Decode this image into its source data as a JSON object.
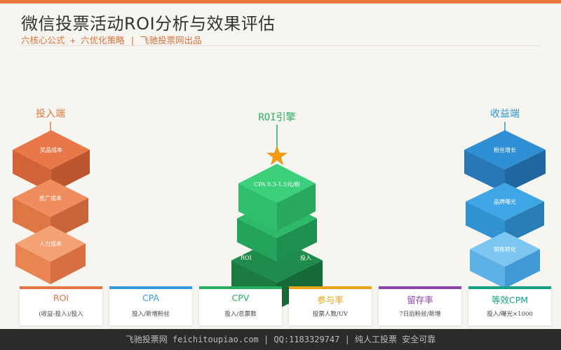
{
  "header": {
    "title": "微信投票活动ROI分析与效果评估",
    "subtitle": "六核心公式 + 六优化策略 | 飞驰投票网出品"
  },
  "input_side": {
    "label": "投入端",
    "color": "#e8783e",
    "blocks": [
      "奖品成本",
      "推广成本",
      "人力成本"
    ]
  },
  "engine": {
    "label": "ROI引擎",
    "color": "#27ae60",
    "top_block": "CPA 0.3-1.5元/粉",
    "lower_block_fragments": [
      "ROI",
      "投入"
    ]
  },
  "output_side": {
    "label": "收益端",
    "color": "#2f95d8",
    "blocks": [
      "粉丝增长",
      "品牌曝光",
      "销售转化"
    ]
  },
  "cards": [
    {
      "title": "ROI",
      "formula": "(收益-投入)/投入",
      "color": "#e07545"
    },
    {
      "title": "CPA",
      "formula": "投入/新增粉丝",
      "color": "#3498db"
    },
    {
      "title": "CPV",
      "formula": "投入/总票数",
      "color": "#27ae60"
    },
    {
      "title": "参与率",
      "formula": "投票人数/UV",
      "color": "#e8a317"
    },
    {
      "title": "留存率",
      "formula": "7日后粉丝/新增",
      "color": "#8e44ad"
    },
    {
      "title": "等效CPM",
      "formula": "投入/曝光×1000",
      "color": "#16a085"
    }
  ],
  "footer": {
    "text": "飞驰投票网 feichitoupiao.com | QQ:1183329747 | 纯人工投票 安全可靠"
  }
}
